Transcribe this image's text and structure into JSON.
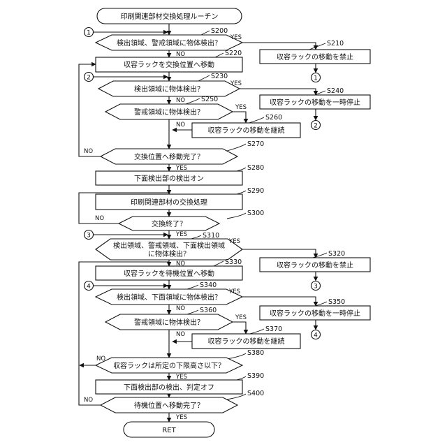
{
  "title": "印刷関連部材交換処理ルーチン",
  "end": "RET",
  "yes": "YES",
  "no": "NO",
  "steps": {
    "s200": {
      "id": "S200",
      "text": "検出領域、警戒領域に物体検出？"
    },
    "s210": {
      "id": "S210",
      "text": "収容ラックの移動を禁止"
    },
    "s220": {
      "id": "S220",
      "text": "収容ラックを交換位置へ移動"
    },
    "s230": {
      "id": "S230",
      "text": "検出領域に物体検出？"
    },
    "s240": {
      "id": "S240",
      "text": "収容ラックの移動を一時停止"
    },
    "s250": {
      "id": "S250",
      "text": "警戒領域に物体検出？"
    },
    "s260": {
      "id": "S260",
      "text": "収容ラックの移動を継続"
    },
    "s270": {
      "id": "S270",
      "text": "交換位置へ移動完了？"
    },
    "s280": {
      "id": "S280",
      "text": "下面検出部の検出オン"
    },
    "s290": {
      "id": "S290",
      "text": "印刷関連部材の交換処理"
    },
    "s300": {
      "id": "S300",
      "text": "交換終了？"
    },
    "s310": {
      "id": "S310",
      "text1": "検出領域、警戒領域、下面検出領域",
      "text2": "に物体検出？"
    },
    "s320": {
      "id": "S320",
      "text": "収容ラックの移動を禁止"
    },
    "s330": {
      "id": "S330",
      "text": "収容ラックを待機位置へ移動"
    },
    "s340": {
      "id": "S340",
      "text": "検出領域、下面領域に物体検出？"
    },
    "s350": {
      "id": "S350",
      "text": "収容ラックの移動を一時停止"
    },
    "s360": {
      "id": "S360",
      "text": "警戒領域に物体検出？"
    },
    "s370": {
      "id": "S370",
      "text": "収容ラックの移動を継続"
    },
    "s380": {
      "id": "S380",
      "text": "収容ラックは所定の下限高さ以下？"
    },
    "s390": {
      "id": "S390",
      "text": "下面検出部の検出、判定オフ"
    },
    "s400": {
      "id": "S400",
      "text": "待機位置へ移動完了？"
    }
  },
  "connectors": {
    "c1": "1",
    "c2": "2",
    "c3": "3",
    "c4": "4"
  }
}
